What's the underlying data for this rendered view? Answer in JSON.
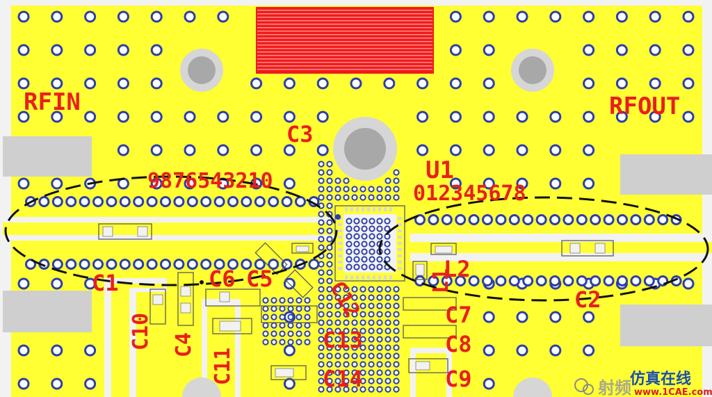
{
  "labels": {
    "rfin": "RFIN",
    "rfout": "RFOUT",
    "u1": "U1",
    "c1": "C1",
    "c2": "C2",
    "c3": "C3",
    "c4": "C4",
    "c5": "C5",
    "c6": "C6",
    "c7": "C7",
    "c8": "C8",
    "c9": "C9",
    "c10": "C10",
    "c11": "C11",
    "c12": "C12",
    "c13": "C13",
    "c14": "C14",
    "l1": "L1",
    "l2": "L2",
    "pins_left": "9876543210",
    "pins_right": "012345678"
  },
  "watermark": {
    "left_text": "射频",
    "site_text": "仿真在线",
    "url_text": "www.1CAE.com"
  },
  "colors": {
    "copper": "#ffff33",
    "board": "#f2f2f2",
    "via_ring": "#2b3fa8",
    "silk": "#e8201c",
    "keepout": "#e4e4e4",
    "pad_fill": "#ef1c1c"
  }
}
